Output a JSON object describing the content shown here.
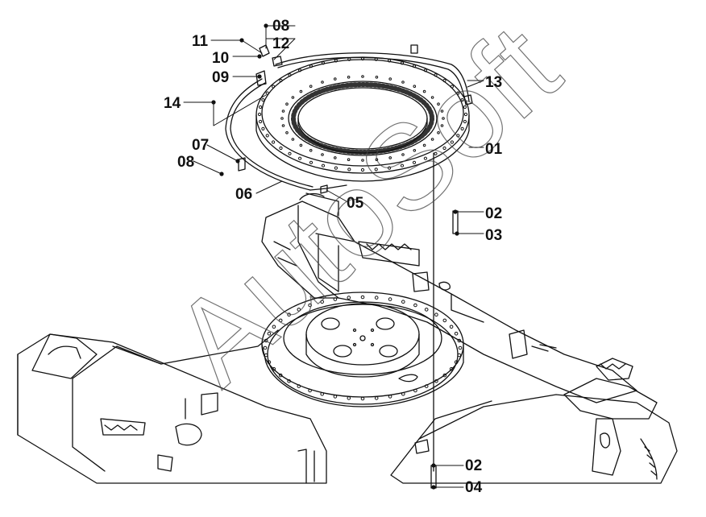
{
  "watermark": "AutoSoft",
  "callouts": [
    {
      "id": "c08a",
      "label": "08"
    },
    {
      "id": "c11",
      "label": "11"
    },
    {
      "id": "c12",
      "label": "12"
    },
    {
      "id": "c10",
      "label": "10"
    },
    {
      "id": "c09",
      "label": "09"
    },
    {
      "id": "c13",
      "label": "13"
    },
    {
      "id": "c14",
      "label": "14"
    },
    {
      "id": "c01",
      "label": "01"
    },
    {
      "id": "c07",
      "label": "07"
    },
    {
      "id": "c08b",
      "label": "08"
    },
    {
      "id": "c06",
      "label": "06"
    },
    {
      "id": "c05",
      "label": "05"
    },
    {
      "id": "c02a",
      "label": "02"
    },
    {
      "id": "c03",
      "label": "03"
    },
    {
      "id": "c02b",
      "label": "02"
    },
    {
      "id": "c04",
      "label": "04"
    }
  ]
}
